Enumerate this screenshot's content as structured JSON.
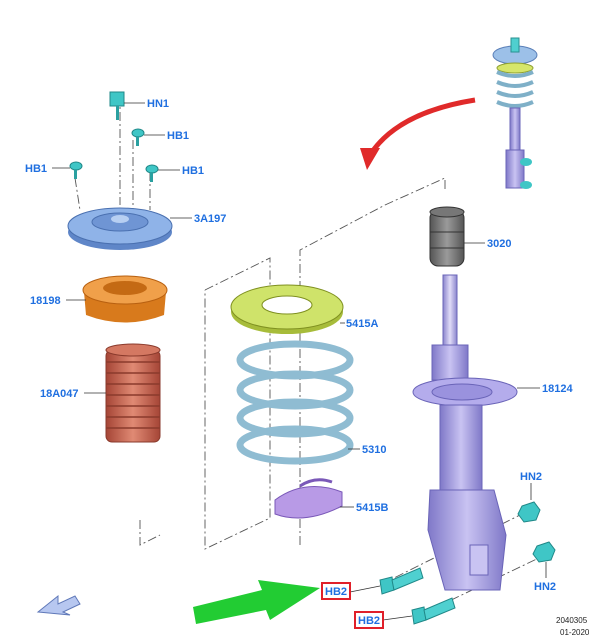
{
  "callouts": {
    "hn1": "HN1",
    "hb1_a": "HB1",
    "hb1_b": "HB1",
    "hb1_c": "HB1",
    "top_mount": "3A197",
    "bearing": "18198",
    "boot": "18A047",
    "upper_seat": "5415A",
    "spring": "5310",
    "lower_seat": "5415B",
    "bump_stop": "3020",
    "strut": "18124",
    "hn2_a": "HN2",
    "hn2_b": "HN2",
    "hb2_a": "HB2",
    "hb2_b": "HB2"
  },
  "footer": {
    "figure_number": "2040305",
    "date": "01-2020"
  },
  "colors": {
    "callout_text": "#1f6fe0",
    "highlight_box": "#e0202a",
    "indicator_arrow": "#22cc33",
    "direction_arrow": "#e02a2a",
    "mount": "#7fa7e0",
    "bearing": "#e58a2a",
    "boot": "#c8604c",
    "seat_upper": "#c8dc5a",
    "spring": "#9cc7dc",
    "seat_lower": "#b89ae6",
    "strut": "#aaa0e0",
    "fastener": "#3fc6c6"
  }
}
